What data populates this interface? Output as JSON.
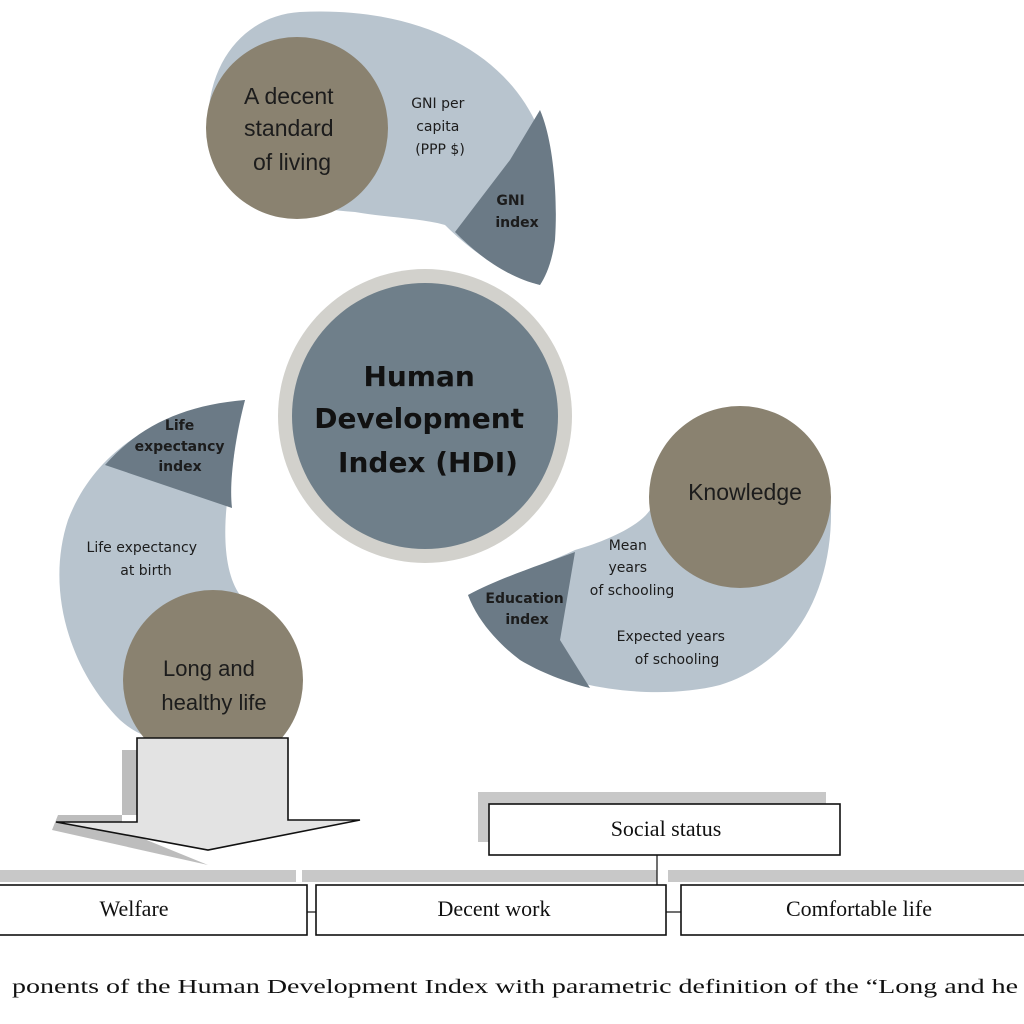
{
  "hub": {
    "line1": "Human",
    "line2": "Development",
    "line3": "Index (HDI)"
  },
  "living": {
    "title_line1": "A decent",
    "title_line2": "standard",
    "title_line3": "of living",
    "indicator_line1": "GNI per",
    "indicator_line2": "capita",
    "indicator_line3": "(PPP $)",
    "index_line1": "GNI",
    "index_line2": "index"
  },
  "knowledge": {
    "title": "Knowledge",
    "indicator1_line1": "Mean",
    "indicator1_line2": "years",
    "indicator1_line3": "of schooling",
    "indicator2_line1": "Expected years",
    "indicator2_line2": "of schooling",
    "index_line1": "Education",
    "index_line2": "index"
  },
  "health": {
    "title_line1": "Long and",
    "title_line2": "healthy life",
    "indicator_line1": "Life expectancy",
    "indicator_line2": "at birth",
    "index_line1": "Life",
    "index_line2": "expectancy",
    "index_line3": "index"
  },
  "boxes": {
    "social_status": "Social status",
    "welfare": "Welfare",
    "decent_work": "Decent work",
    "comfortable_life": "Comfortable life"
  },
  "caption": "ponents of the Human Development Index with parametric definition of the “Long and he",
  "colors": {
    "light_blue": "#b8c4ce",
    "slate": "#6b7a86",
    "taupe": "#8a8270",
    "hub_ring": "#d2d1cc",
    "hub_fill": "#6f7f8a"
  }
}
